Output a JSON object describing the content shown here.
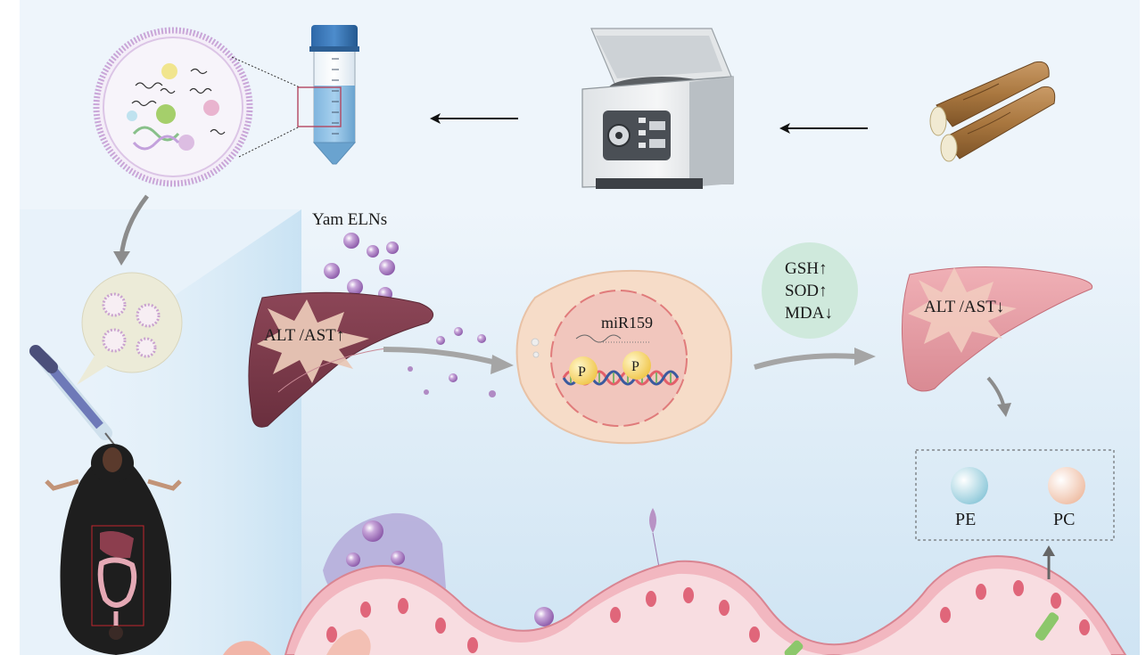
{
  "labels": {
    "yam_elns": "Yam ELNs",
    "liver_before": "ALT /AST↑",
    "mirna": "miR159",
    "p_left": "P",
    "p_right": "P",
    "gsh": "GSH↑",
    "sod": "SOD↑",
    "mda": "MDA↓",
    "liver_after": "ALT /AST↓",
    "pe": "PE",
    "pc": "PC"
  },
  "colors": {
    "panel_top": "#eef5fb",
    "panel_bottom": "#dcebf6",
    "liver_before": "#7b3a4a",
    "liver_after": "#e39aa2",
    "burst": "#e9c7b6",
    "vesicle": "#9a6cb3",
    "cell": "#f6dcc8",
    "nucleus": "#f1c6bd",
    "antioxidant_bubble": "#cfe9dc",
    "pe_bead": "#b9e0ea",
    "pc_bead": "#f6d5c4",
    "tissue": "#f2b7c0",
    "arrow_grey": "#a5a5a5"
  },
  "icons": [
    "exosome-vesicle-icon",
    "centrifuge-tube-icon",
    "centrifuge-icon",
    "yam-root-icon",
    "mouse-icon",
    "syringe-icon",
    "liver-icon",
    "cell-icon",
    "dna-icon",
    "intestinal-villi-icon"
  ]
}
